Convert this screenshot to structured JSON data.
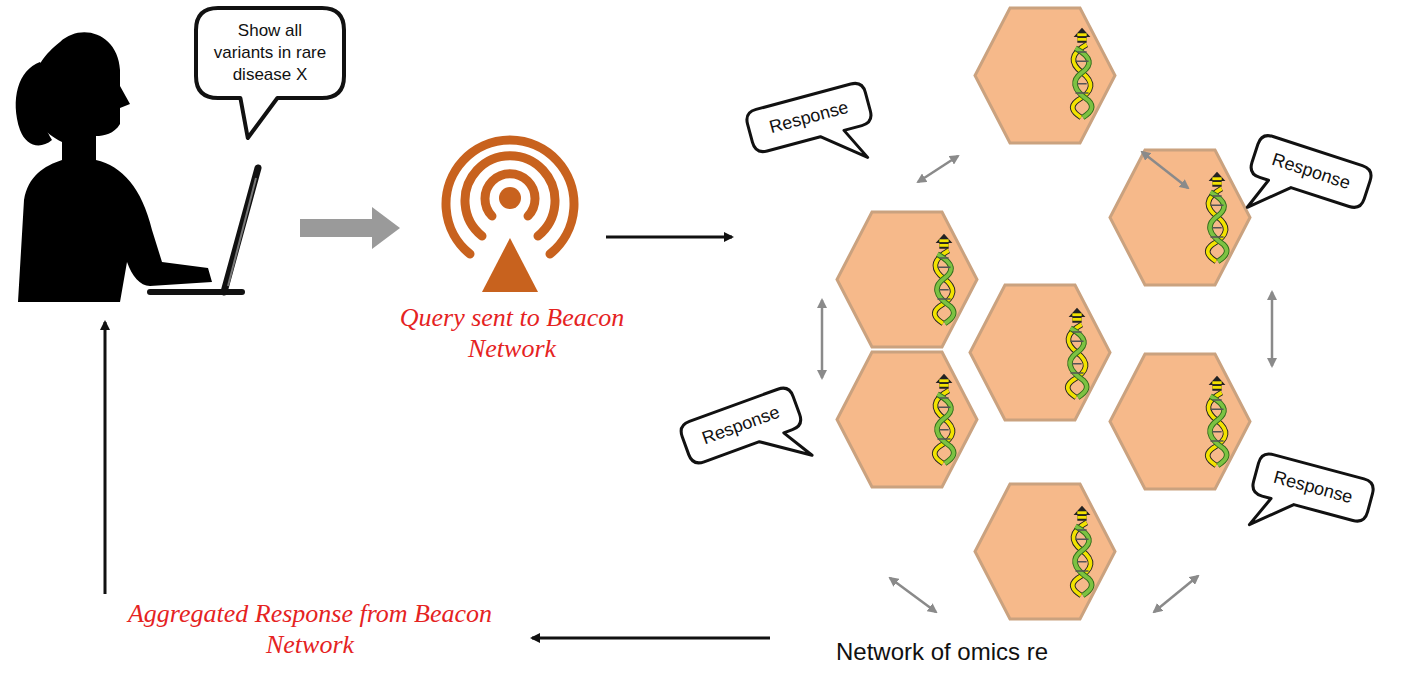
{
  "diagram": {
    "nodes": [
      {
        "text": [
          "Show all variants in rare disease X"
        ]
      },
      {
        "text": [
          "Response"
        ]
      },
      {
        "text": [
          "Response"
        ]
      },
      {
        "text": [
          "Response"
        ]
      },
      {
        "text": [
          "Response"
        ]
      }
    ],
    "labels": [
      "Query sent to Beacon Network",
      "Network of omics re",
      "Aggregated Response from Beacon Network"
    ]
  }
}
